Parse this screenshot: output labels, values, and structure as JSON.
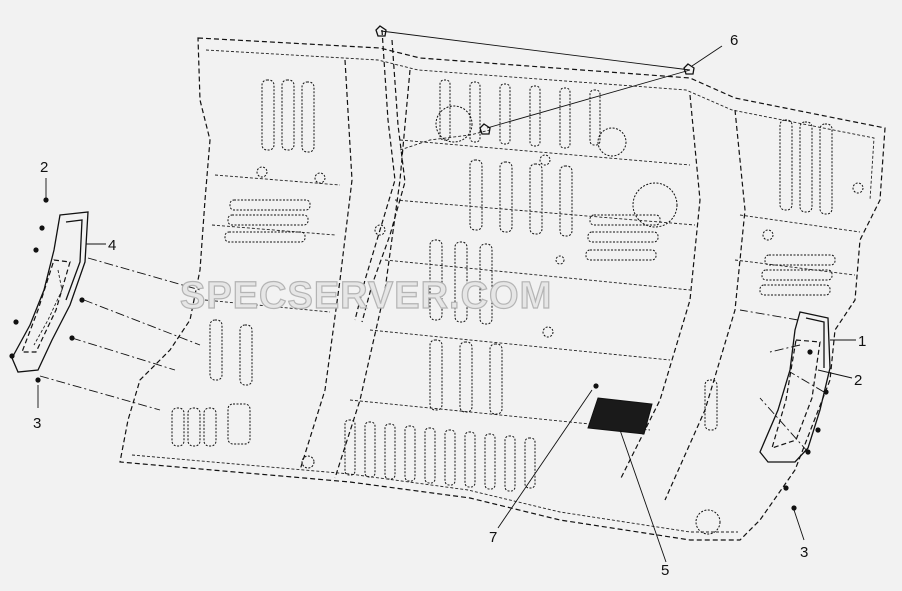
{
  "watermark": "SPECSERVER.COM",
  "callouts": {
    "c1": "1",
    "c2_left": "2",
    "c2_right": "2",
    "c3_left": "3",
    "c3_right": "3",
    "c4": "4",
    "c5": "5",
    "c6": "6",
    "c7": "7"
  }
}
